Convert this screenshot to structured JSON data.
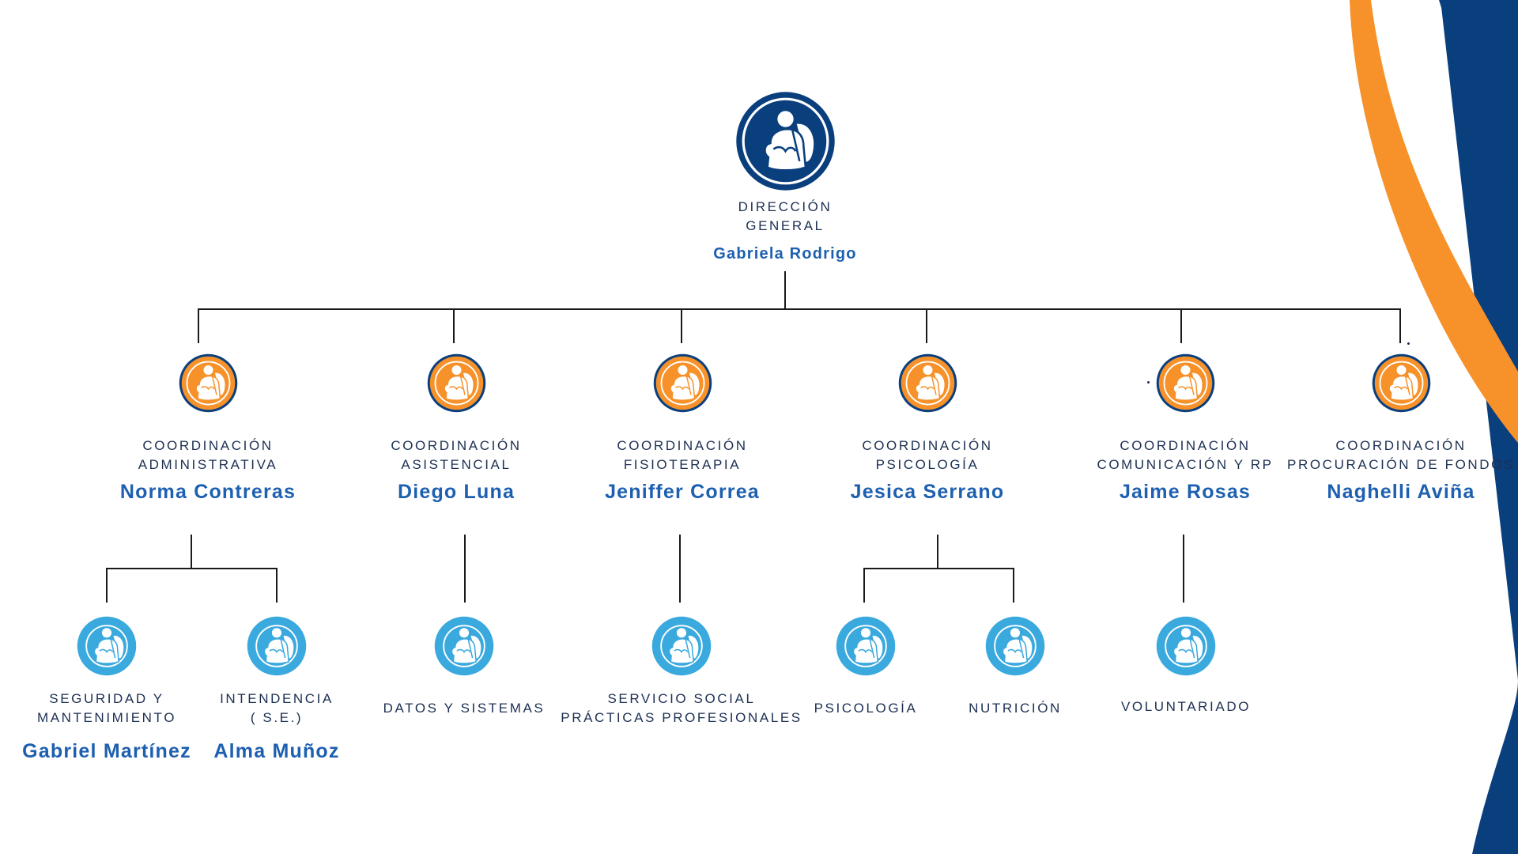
{
  "colors": {
    "line": "#1a1a1a",
    "title_text": "#1c2f52",
    "name_text": "#1d5fb0",
    "navy": "#0a3f7d",
    "orange": "#f7922b",
    "sky": "#3aa9de",
    "white": "#ffffff"
  },
  "icon": "angel-icon",
  "root": {
    "title": [
      "DIRECCIÓN",
      "GENERAL"
    ],
    "name": "Gabriela Rodrigo"
  },
  "coordinations": [
    {
      "title": [
        "COORDINACIÓN",
        "ADMINISTRATIVA"
      ],
      "name": "Norma Contreras"
    },
    {
      "title": [
        "COORDINACIÓN",
        "ASISTENCIAL"
      ],
      "name": "Diego Luna"
    },
    {
      "title": [
        "COORDINACIÓN",
        "FISIOTERAPIA"
      ],
      "name": "Jeniffer Correa"
    },
    {
      "title": [
        "COORDINACIÓN",
        "PSICOLOGÍA"
      ],
      "name": "Jesica Serrano"
    },
    {
      "title": [
        "COORDINACIÓN",
        "COMUNICACIÓN Y RP"
      ],
      "name": "Jaime Rosas"
    },
    {
      "title": [
        "COORDINACIÓN",
        "PROCURACIÓN DE FONDOS"
      ],
      "name": "Naghelli Aviña"
    }
  ],
  "units": [
    {
      "title": [
        "SEGURIDAD Y",
        "MANTENIMIENTO"
      ],
      "name": "Gabriel Martínez"
    },
    {
      "title": [
        "INTENDENCIA",
        "( S.E.)"
      ],
      "name": "Alma  Muñoz"
    },
    {
      "title": [
        "DATOS Y SISTEMAS"
      ],
      "name": ""
    },
    {
      "title": [
        "SERVICIO SOCIAL",
        "PRÁCTICAS PROFESIONALES"
      ],
      "name": ""
    },
    {
      "title": [
        "PSICOLOGÍA"
      ],
      "name": ""
    },
    {
      "title": [
        "NUTRICIÓN"
      ],
      "name": ""
    },
    {
      "title": [
        "VOLUNTARIADO"
      ],
      "name": ""
    }
  ]
}
